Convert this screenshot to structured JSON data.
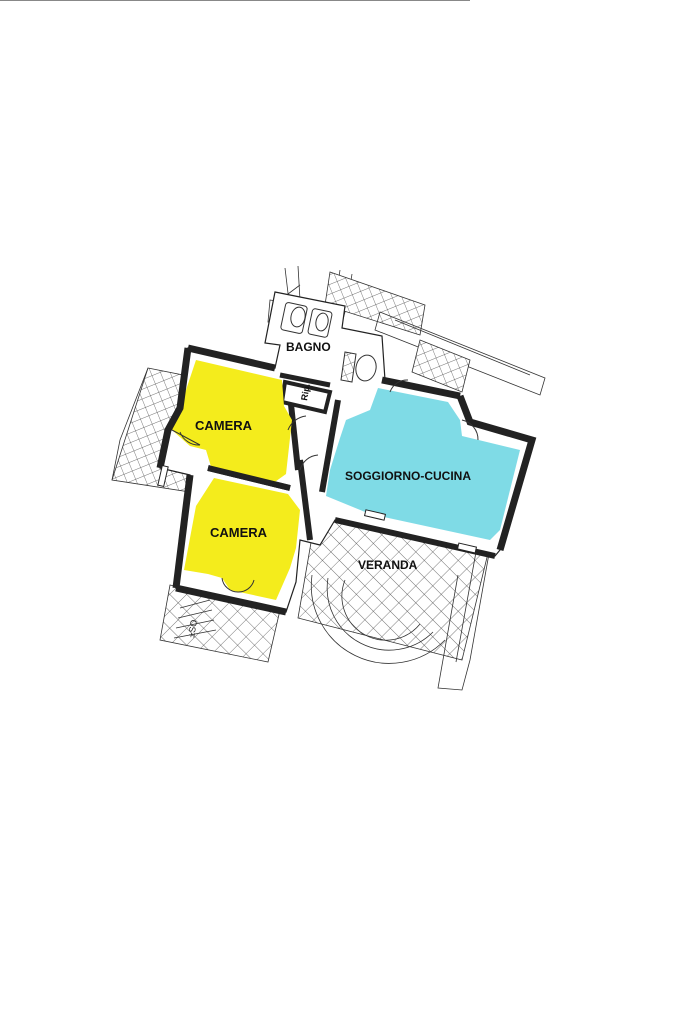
{
  "plan": {
    "rooms": [
      {
        "id": "bagno",
        "label": "BAGNO"
      },
      {
        "id": "rip",
        "label": "Rip."
      },
      {
        "id": "camera_1",
        "label": "CAMERA"
      },
      {
        "id": "camera_2",
        "label": "CAMERA"
      },
      {
        "id": "soggiorno_cucina",
        "label": "SOGGIORNO-CUCINA"
      },
      {
        "id": "veranda",
        "label": "VERANDA"
      }
    ],
    "stairs_label": "±SO",
    "colors": {
      "camera_fill": "#f4ec1c",
      "soggiorno_fill": "#7fdbe6",
      "walls": "#222222",
      "background": "#ffffff"
    }
  }
}
